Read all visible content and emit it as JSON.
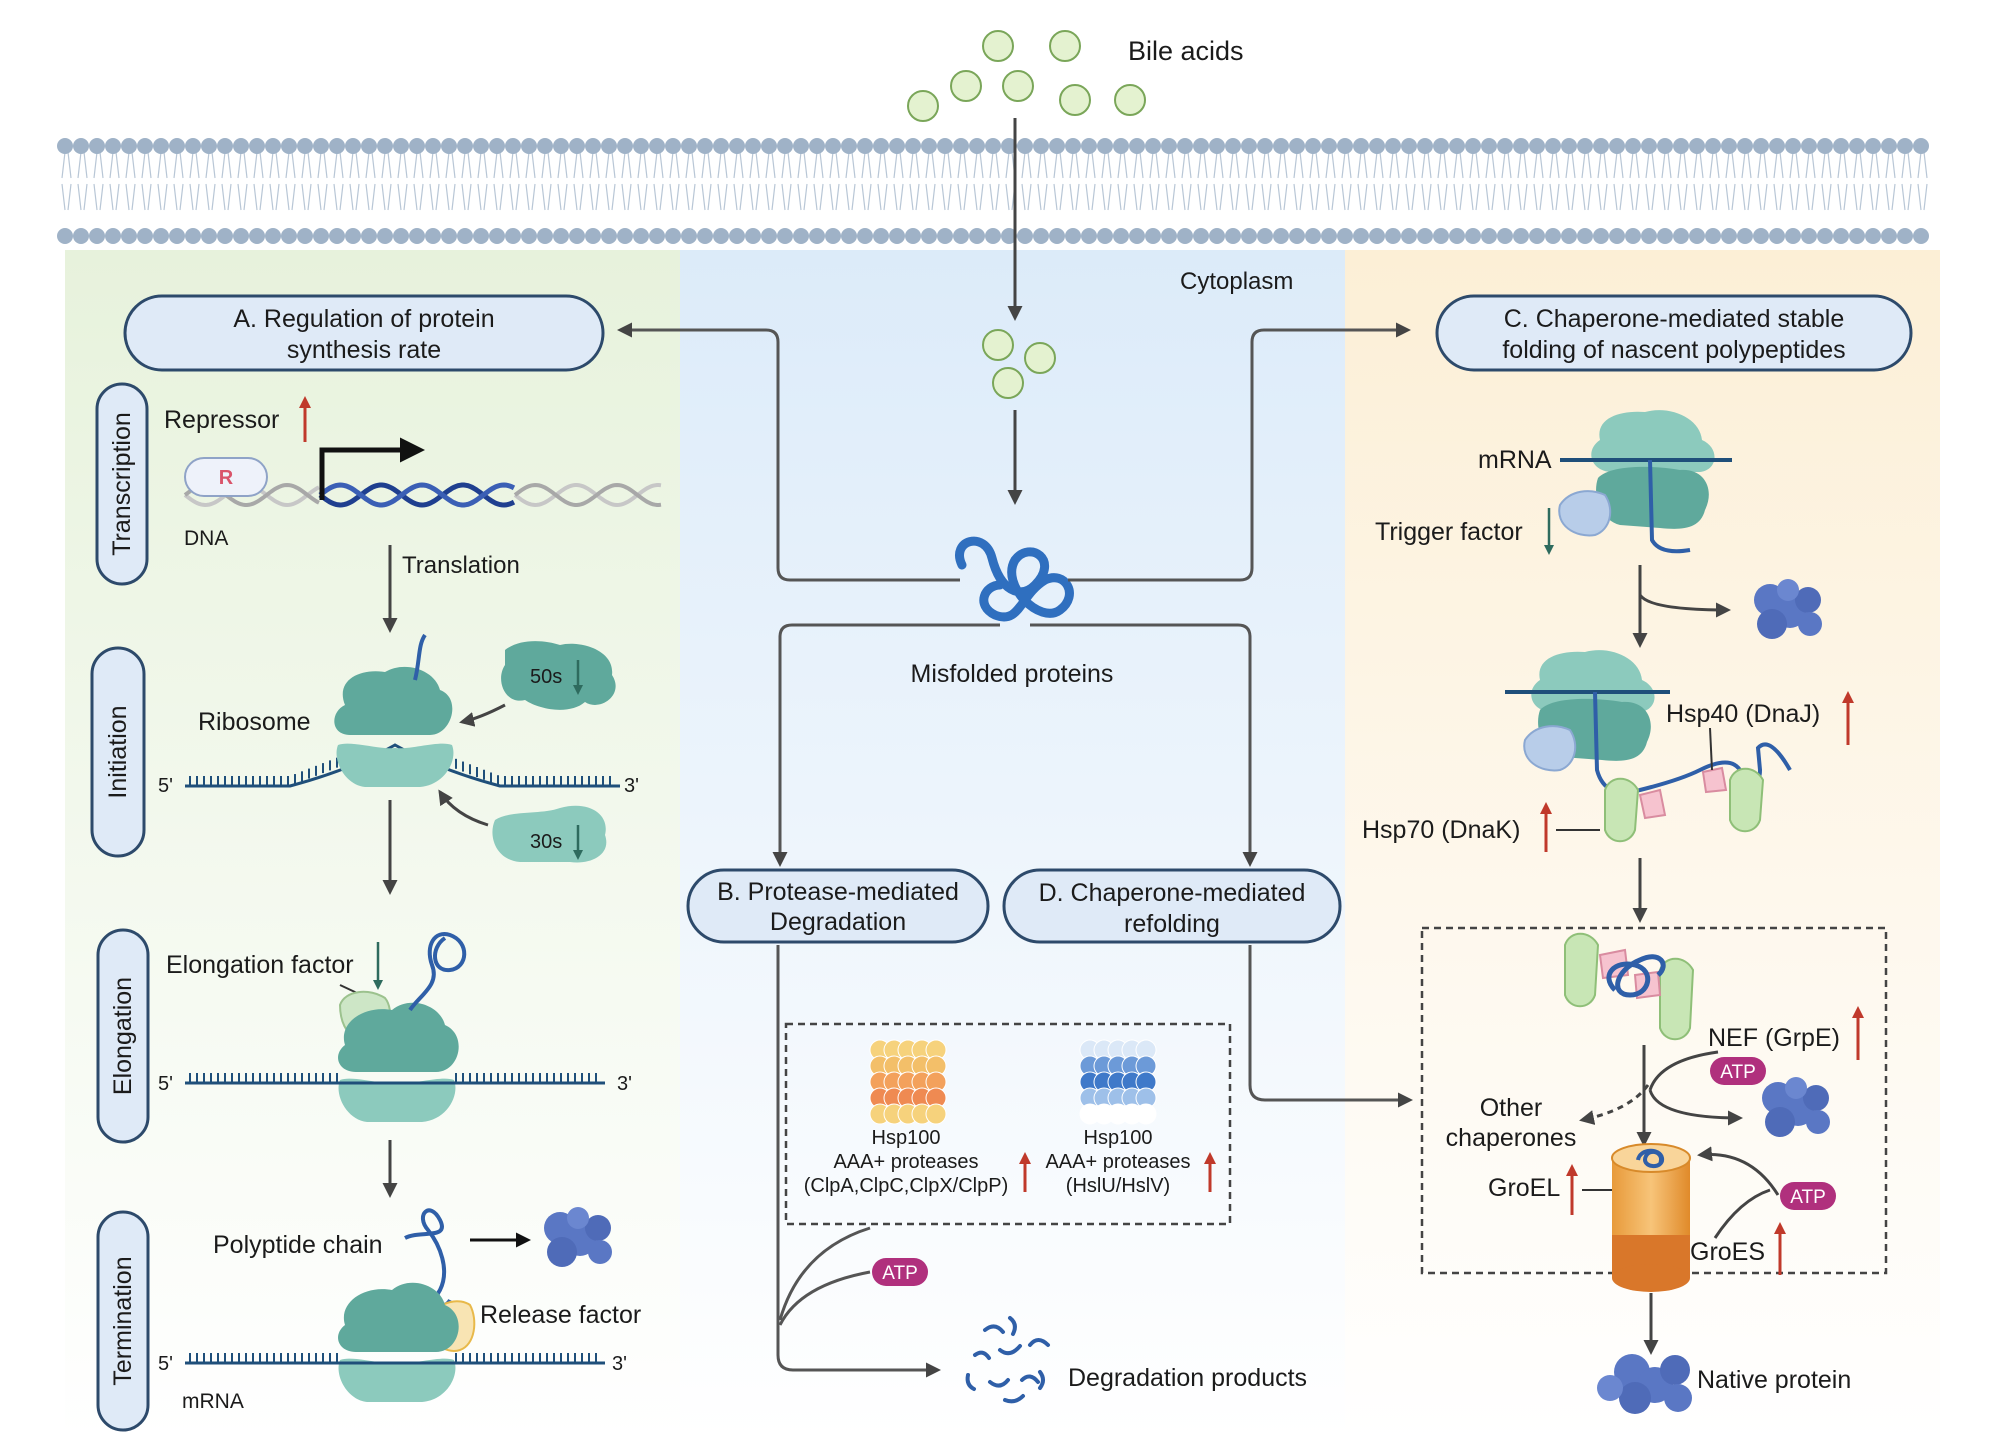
{
  "labels": {
    "bile_acids": "Bile acids",
    "cytoplasm": "Cytoplasm",
    "misfolded": "Misfolded proteins",
    "degradation_products": "Degradation products",
    "native_protein": "Native  protein"
  },
  "panels": {
    "a": {
      "line1": "A. Regulation of protein",
      "line2": "synthesis rate"
    },
    "b": {
      "line1": "B. Protease-mediated",
      "line2": "Degradation"
    },
    "c": {
      "line1": "C. Chaperone-mediated stable",
      "line2": "folding of nascent polypeptides"
    },
    "d": {
      "line1": "D. Chaperone-mediated",
      "line2": "refolding"
    }
  },
  "stages": {
    "transcription": "Transcription",
    "initiation": "Initiation",
    "elongation": "Elongation",
    "termination": "Termination"
  },
  "panel_a": {
    "repressor": "Repressor",
    "repressor_badge": "R",
    "dna": "DNA",
    "translation": "Translation",
    "ribosome": "Ribosome",
    "subunit_50s": "50s",
    "subunit_30s": "30s",
    "five_prime": "5'",
    "three_prime": "3'",
    "elongation_factor": "Elongation factor",
    "polypeptide_chain": "Polyptide chain",
    "release_factor": "Release factor",
    "mrna": "mRNA"
  },
  "panel_b": {
    "hsp100_left": {
      "l1": "Hsp100",
      "l2": "AAA+ proteases",
      "l3": "(ClpA,ClpC,ClpX/ClpP)"
    },
    "hsp100_right": {
      "l1": "Hsp100",
      "l2": "AAA+ proteases",
      "l3": "(HslU/HslV)"
    },
    "atp": "ATP"
  },
  "panel_c": {
    "mrna": "mRNA",
    "trigger_factor": "Trigger factor",
    "hsp40": "Hsp40 (DnaJ)",
    "hsp70": "Hsp70 (DnaK)",
    "nef": "NEF (GrpE)",
    "atp": "ATP",
    "other_chaperones_1": "Other",
    "other_chaperones_2": "chaperones",
    "groel": "GroEL",
    "groes": "GroES"
  },
  "colors": {
    "up_arrow": "#c0392b",
    "down_arrow": "#2e6b5e",
    "ribosome": "#5fa99c",
    "ribosome_light": "#8ccabd",
    "protein_blue": "#2f6fbf",
    "atp": "#b0307d",
    "panel_fill": "#dfeaf7",
    "panel_border": "#2d4a6b"
  }
}
